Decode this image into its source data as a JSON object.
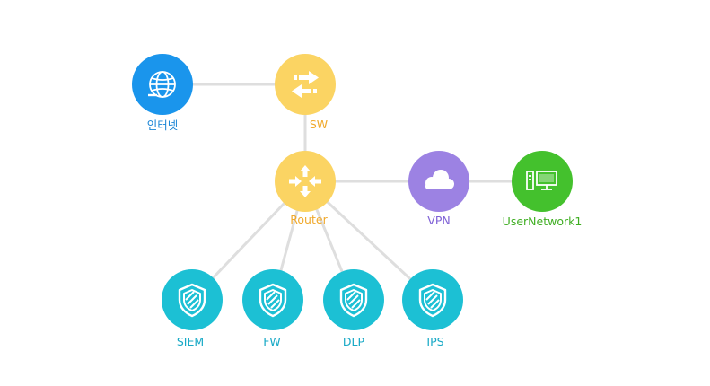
{
  "colors": {
    "edge": "#dedede",
    "internet": "#1a95ec",
    "switch": "#fbd463",
    "router": "#fbd463",
    "vpn": "#9c82e3",
    "user_network": "#44c12d",
    "security": "#1cc0d4",
    "label_internet": "#1a85d6",
    "label_switch": "#f0a92c",
    "label_router": "#f0a92c",
    "label_vpn": "#7f61d6",
    "label_user_network": "#3fae22",
    "label_security": "#17a9c6"
  },
  "nodes": {
    "internet": {
      "label": "인터넷",
      "icon": "globe-icon"
    },
    "switch": {
      "label": "SW",
      "icon": "switch-arrows-icon"
    },
    "router": {
      "label": "Router",
      "icon": "router-arrows-icon"
    },
    "vpn": {
      "label": "VPN",
      "icon": "cloud-icon"
    },
    "user_network": {
      "label": "UserNetwork1",
      "icon": "computer-icon"
    },
    "siem": {
      "label": "SIEM",
      "icon": "shield-icon"
    },
    "fw": {
      "label": "FW",
      "icon": "shield-icon"
    },
    "dlp": {
      "label": "DLP",
      "icon": "shield-icon"
    },
    "ips": {
      "label": "IPS",
      "icon": "shield-icon"
    }
  },
  "edges": [
    [
      "internet",
      "switch"
    ],
    [
      "switch",
      "router"
    ],
    [
      "router",
      "vpn"
    ],
    [
      "vpn",
      "user_network"
    ],
    [
      "router",
      "siem"
    ],
    [
      "router",
      "fw"
    ],
    [
      "router",
      "dlp"
    ],
    [
      "router",
      "ips"
    ]
  ]
}
